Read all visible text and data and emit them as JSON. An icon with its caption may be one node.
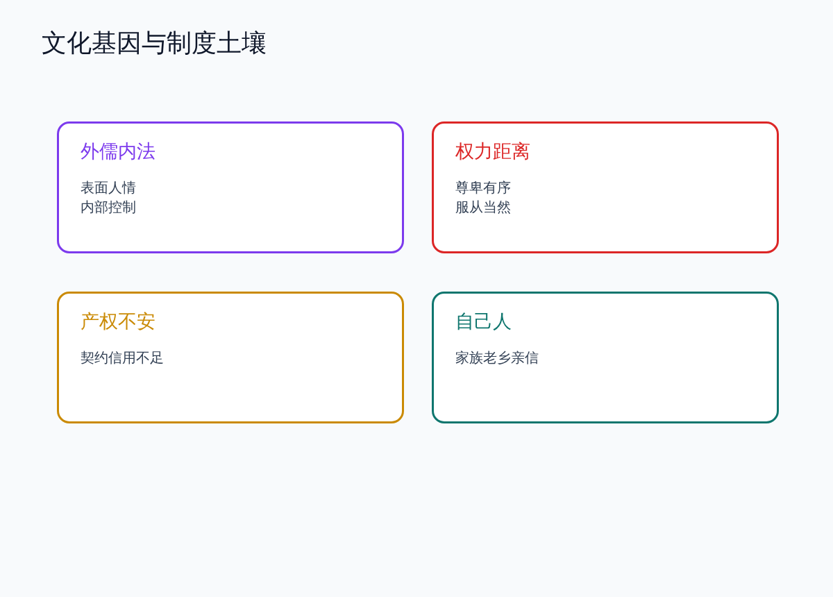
{
  "diagram": {
    "title": "文化基因与制度土壤",
    "nodes": [
      {
        "text": [
          "外儒内法",
          "表面人情",
          "内部控制"
        ]
      },
      {
        "text": [
          "权力距离",
          "尊卑有序",
          "服从当然"
        ]
      },
      {
        "text": [
          "产权不安",
          "契约信用不足"
        ]
      },
      {
        "text": [
          "自己人",
          "家族老乡亲信"
        ]
      }
    ]
  }
}
